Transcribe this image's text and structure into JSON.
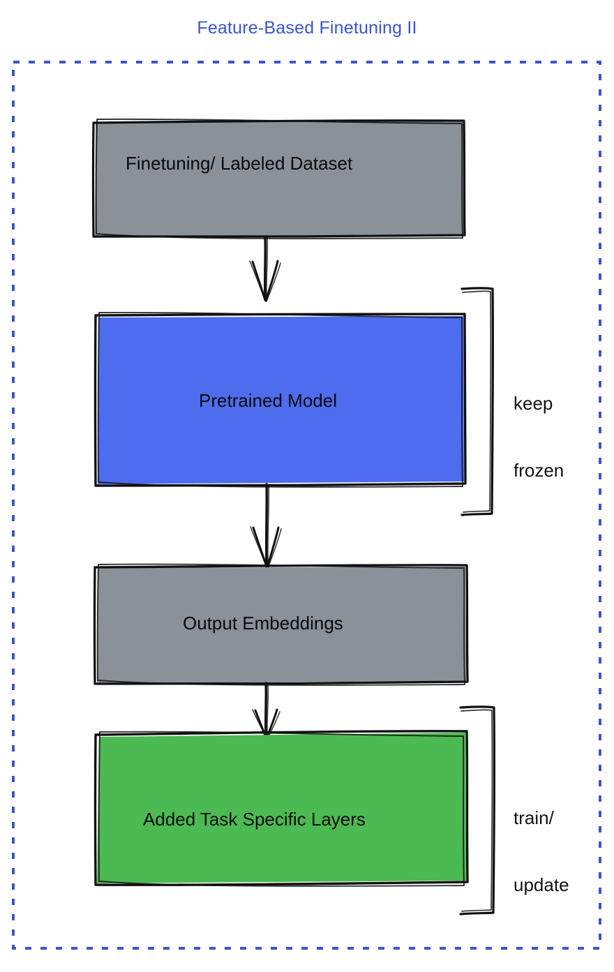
{
  "diagram": {
    "title": "Feature-Based Finetuning II",
    "title_color": "#3b55c8",
    "container": {
      "border_style": "dashed",
      "border_color": "#3b55c8"
    },
    "nodes": [
      {
        "id": "finetuning-dataset",
        "label": "Finetuning/ Labeled Dataset",
        "fill": "#8a9199",
        "stroke": "#101010",
        "text_color": "#0a0a0a"
      },
      {
        "id": "pretrained-model",
        "label": "Pretrained Model",
        "fill": "#4d6cee",
        "stroke": "#101010",
        "text_color": "#0a0a0a"
      },
      {
        "id": "output-embeddings",
        "label": "Output Embeddings",
        "fill": "#8a9199",
        "stroke": "#101010",
        "text_color": "#0a0a0a"
      },
      {
        "id": "added-task-specific-layers",
        "label": "Added Task Specific Layers",
        "fill": "#4cba52",
        "stroke": "#101010",
        "text_color": "#0a0a0a"
      }
    ],
    "connectors": [
      {
        "id": "arrow-dataset-to-model",
        "from": "finetuning-dataset",
        "to": "pretrained-model",
        "style": "arrow-down"
      },
      {
        "id": "arrow-model-to-output",
        "from": "pretrained-model",
        "to": "output-embeddings",
        "style": "arrow-down"
      },
      {
        "id": "arrow-output-to-layers",
        "from": "output-embeddings",
        "to": "added-task-specific-layers",
        "style": "arrow-down"
      }
    ],
    "annotations": [
      {
        "id": "keep-frozen",
        "line1": "keep",
        "line2": "frozen",
        "target": "pretrained-model"
      },
      {
        "id": "train-update",
        "line1": "train/",
        "line2": "update",
        "target": "added-task-specific-layers"
      }
    ]
  }
}
